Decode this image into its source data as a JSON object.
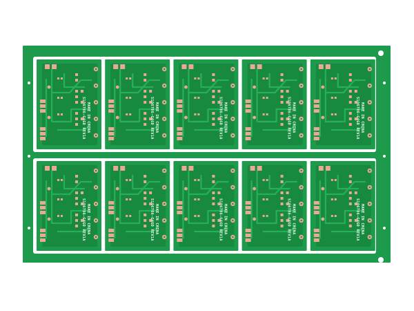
{
  "image": {
    "subject": "pcb-panel",
    "background": "#ffffff",
    "colors": {
      "solder_mask": "#1e9a4c",
      "solder_mask_dark": "#178a40",
      "trace": "#27b058",
      "copper_pad": "#e9aa93",
      "slot": "#ffffff",
      "silkscreen": "#e8f5ea"
    },
    "panel": {
      "rows": 2,
      "columns": 5
    },
    "board_silkscreen": {
      "line1": "MAKE IN CHINA",
      "line2": "S106786-G4GD REV1A"
    }
  }
}
